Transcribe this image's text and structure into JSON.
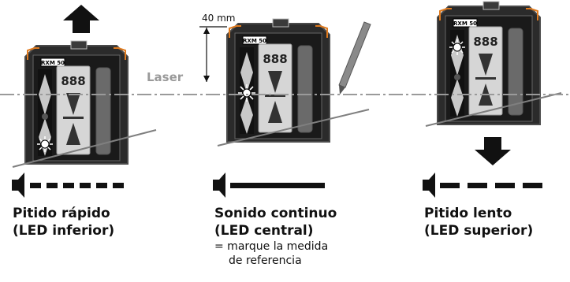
{
  "laser_label": "Laser",
  "measure_label": "40 mm",
  "device_model": "RXM 50",
  "digits": "888",
  "panels": [
    {
      "line1": "Pitido rápido",
      "line2": "(LED inferior)",
      "signal": "fast-beep",
      "active_led": "bottom",
      "arrow": "up"
    },
    {
      "line1": "Sonido continuo",
      "line2": "(LED central)",
      "note1": "= marque la medida",
      "note2": "de referencia",
      "signal": "continuous",
      "active_led": "center",
      "arrow": "none"
    },
    {
      "line1": "Pitido lento",
      "line2": "(LED superior)",
      "signal": "slow-beep",
      "active_led": "top",
      "arrow": "down"
    }
  ],
  "colors": {
    "housing": "#2b2b2b",
    "housing_edge": "#4a4a4a",
    "orange_corner": "#e07b1f",
    "display_bg": "#d6d6d6",
    "laser_line": "#9a9a9a",
    "ground": "#7f7f7f"
  }
}
